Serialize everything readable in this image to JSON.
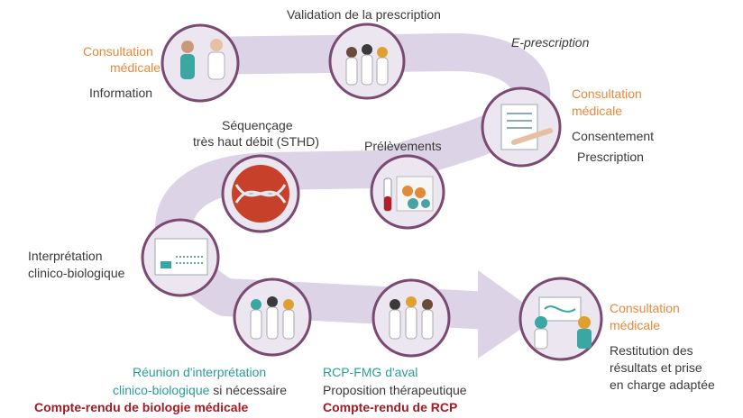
{
  "colors": {
    "path": "#dcd3e6",
    "circle_border": "#7a4a73",
    "circle_fill": "#ece6f0",
    "orange": "#e8893a",
    "teal": "#2a9d9a",
    "red": "#a31b25",
    "text": "#3a3a3a"
  },
  "steps": {
    "consult1": {
      "title": "Consultation médicale",
      "title_l1": "Consultation",
      "title_l2": "médicale",
      "sub": "Information",
      "icon": "doctor-patient-icon"
    },
    "validation": {
      "title": "Validation  de la prescription",
      "icon": "team-meeting-icon"
    },
    "eprescription": {
      "label": "E-prescription"
    },
    "consult2": {
      "title_l1": "Consultation",
      "title_l2": "médicale",
      "sub1": "Consentement",
      "sub2": "Prescription",
      "icon": "signing-document-icon"
    },
    "sequencing": {
      "title_l1": "Séquençage",
      "title_l2": "très haut débit (STHD)",
      "icon": "dna-helix-icon"
    },
    "sampling": {
      "title": "Prélèvements",
      "icon": "test-tubes-icon"
    },
    "interpretation": {
      "title_l1": "Interprétation",
      "title_l2": "clinico-biologique",
      "icon": "dna-screen-icon"
    },
    "meeting1": {
      "l1": "Réunion d'interprétation",
      "l2a": "clinico-biologique",
      "l2b": " si nécessaire",
      "report": "Compte-rendu de biologie médicale",
      "icon": "team-meeting-icon"
    },
    "meeting2": {
      "l1": "RCP-FMG d'aval",
      "l2": "Proposition thérapeutique",
      "report": "Compte-rendu de RCP",
      "icon": "team-meeting-icon"
    },
    "consult3": {
      "title_l1": "Consultation",
      "title_l2": "médicale",
      "sub1": "Restitution des",
      "sub2": "résultats et prise",
      "sub3": "en charge adaptée",
      "icon": "results-restitution-icon"
    }
  }
}
